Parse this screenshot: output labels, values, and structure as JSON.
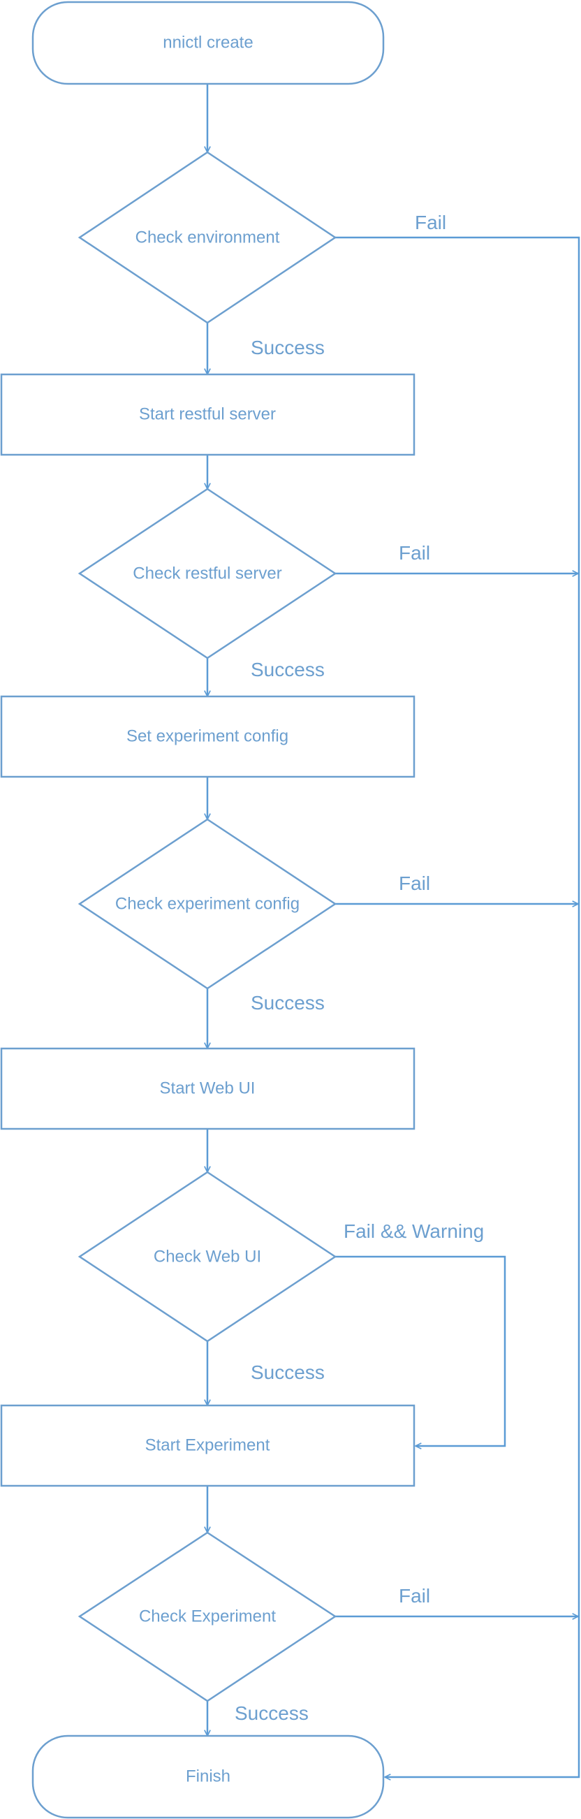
{
  "flowchart": {
    "start": "nnictl create",
    "steps": {
      "check_environment": "Check environment",
      "start_restful_server": "Start restful server",
      "check_restful_server": "Check restful server",
      "set_experiment_config": "Set experiment config",
      "check_experiment_config": "Check experiment config",
      "start_web_ui": "Start Web UI",
      "check_web_ui": "Check Web UI",
      "start_experiment": "Start Experiment",
      "check_experiment": "Check Experiment"
    },
    "end": "Finish",
    "edge_labels": {
      "success": "Success",
      "fail": "Fail",
      "fail_warning": "Fail && Warning"
    }
  },
  "colors": {
    "line": "#5b9bd5",
    "text": "#6c9fcf",
    "background": "#ffffff"
  }
}
